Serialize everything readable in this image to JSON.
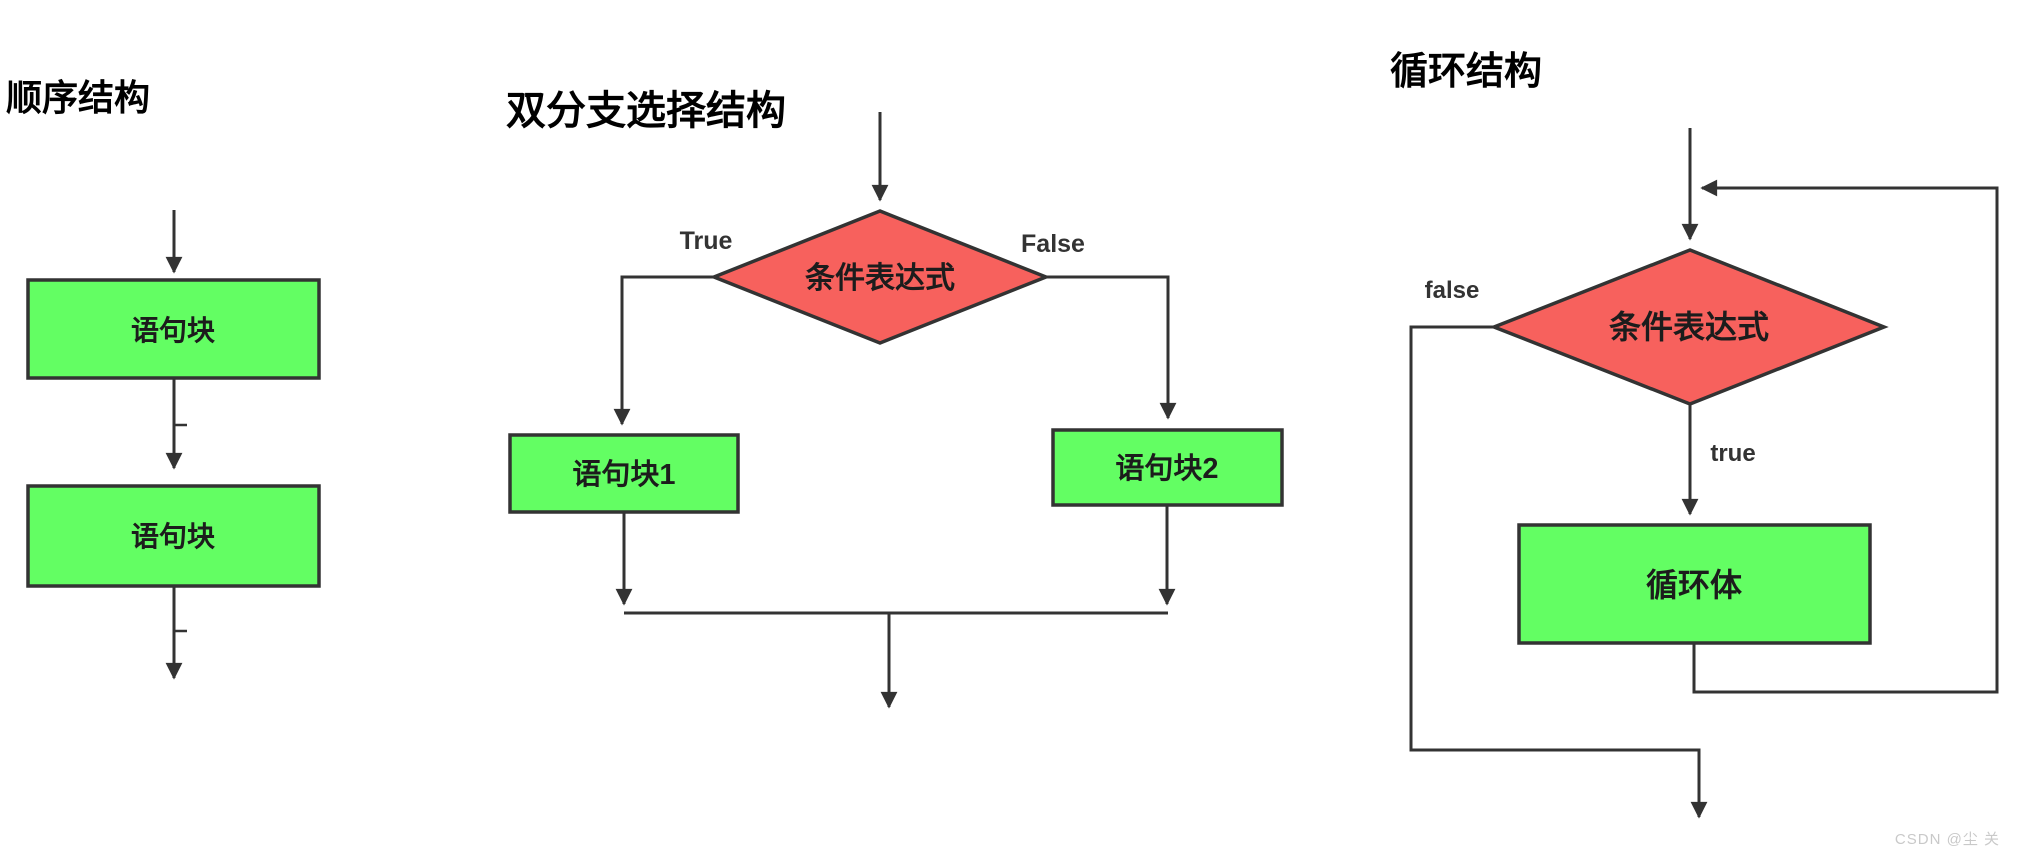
{
  "colors": {
    "process_fill": "#63fe63",
    "decision_fill": "#f7615d",
    "line": "#333333",
    "box_label_text": "#1c1c1c",
    "branch_label_text": "#333333",
    "title_text": "#000000",
    "watermark_text": "#c9c9c9"
  },
  "sequence": {
    "title": "顺序结构",
    "block1_label": "语句块",
    "block2_label": "语句块"
  },
  "branch": {
    "title": "双分支选择结构",
    "condition_label": "条件表达式",
    "true_label": "True",
    "false_label": "False",
    "block1_label": "语句块1",
    "block2_label": "语句块2"
  },
  "loop": {
    "title": "循环结构",
    "condition_label": "条件表达式",
    "false_label": "false",
    "true_label": "true",
    "body_label": "循环体"
  },
  "watermark": "CSDN @尘 关"
}
